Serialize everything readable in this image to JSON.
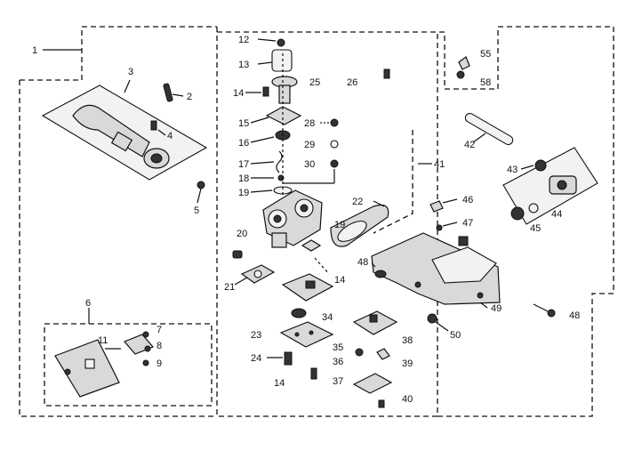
{
  "diagram": {
    "labels": {
      "l1": "1",
      "l2": "2",
      "l3": "3",
      "l4": "4",
      "l5": "5",
      "l6": "6",
      "l7": "7",
      "l8": "8",
      "l9": "9",
      "l11": "11",
      "l12": "12",
      "l13": "13",
      "l14a": "14",
      "l14b": "14",
      "l14c": "14",
      "l15": "15",
      "l16": "16",
      "l17": "17",
      "l18": "18",
      "l19a": "19",
      "l19b": "19",
      "l20": "20",
      "l21": "21",
      "l22": "22",
      "l23": "23",
      "l24": "24",
      "l25": "25",
      "l26": "26",
      "l28": "28",
      "l29": "29",
      "l30": "30",
      "l34": "34",
      "l35": "35",
      "l36": "36",
      "l37": "37",
      "l38": "38",
      "l39": "39",
      "l40": "40",
      "l41": "41",
      "l42": "42",
      "l43": "43",
      "l44": "44",
      "l45": "45",
      "l46": "46",
      "l47": "47",
      "l48a": "48",
      "l48b": "48",
      "l49": "49",
      "l50": "50",
      "l55": "55",
      "l58": "58"
    }
  }
}
